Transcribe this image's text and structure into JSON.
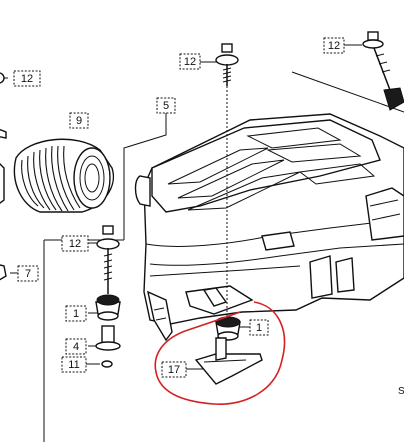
{
  "callouts": {
    "c12_top_center": "12",
    "c12_top_right": "12",
    "c12_left_edge": "12",
    "c9": "9",
    "c5": "5",
    "c12_left_mid": "12",
    "c7": "7",
    "c1_left": "1",
    "c4": "4",
    "c11": "11",
    "c1_right": "1",
    "c17": "17"
  },
  "corner_mark": "S",
  "colors": {
    "ink": "#111111",
    "highlight": "#d62020",
    "background": "#ffffff"
  }
}
